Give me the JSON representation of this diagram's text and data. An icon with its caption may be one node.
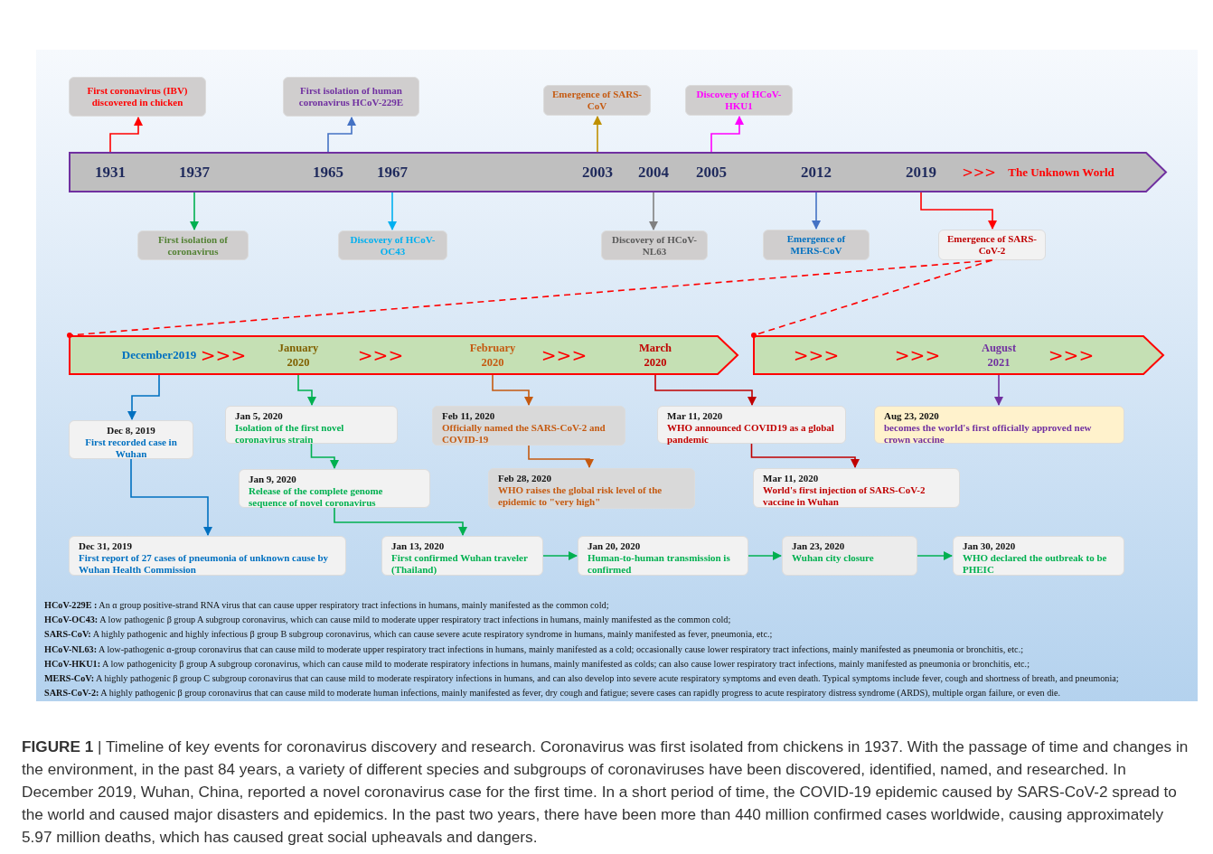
{
  "diagram": {
    "caption": "**FIGURE 1** | Timeline of key events for coronavirus discovery and research. Coronavirus was first isolated from chickens in 1937. With the passage of time and changes in the environment, in the past 84 years, a variety of different species and subgroups of coronaviruses have been discovered, identified, named, and researched. In December 2019, Wuhan, China, reported a novel coronavirus case for the first time. In a short period of time, the COVID-19 epidemic caused by SARS-CoV-2 spread to the world and caused major disasters and epidemics. In the past two years, there have been more than 440 million confirmed cases worldwide, causing approximately 5.97 million deaths, which has caused great social upheavals and dangers.",
    "nodes": [
      {
        "text": [
          ">>>",
          "The Unknown World"
        ]
      },
      {
        "text": [
          "1931"
        ],
        "in": 0
      },
      {
        "text": [
          "1937"
        ],
        "in": 0
      },
      {
        "text": [
          "1965"
        ],
        "in": 0
      },
      {
        "text": [
          "1967"
        ],
        "in": 0
      },
      {
        "text": [
          "2003"
        ],
        "in": 0
      },
      {
        "text": [
          "2004"
        ],
        "in": 0
      },
      {
        "text": [
          "2005"
        ],
        "in": 0
      },
      {
        "text": [
          "2012"
        ],
        "in": 0
      },
      {
        "text": [
          "2019"
        ],
        "in": 0
      },
      {
        "text": [
          "First coronavirus (IBV) discovered in chicken"
        ]
      },
      {
        "text": [
          "First isolation of human coronavirus HCoV-229E"
        ]
      },
      {
        "text": [
          "Emergence of SARS-CoV"
        ]
      },
      {
        "text": [
          "Discovery of HCoV-HKU1"
        ]
      },
      {
        "text": [
          "First isolation of coronavirus"
        ]
      },
      {
        "text": [
          "Discovery of HCoV-OC43"
        ]
      },
      {
        "text": [
          "Discovery of HCoV-NL63"
        ]
      },
      {
        "text": [
          "Emergence of MERS-CoV"
        ]
      },
      {
        "text": [
          "Emergence of SARS-CoV-2"
        ]
      },
      {
        "text": [
          ">>>",
          ">>>",
          ">>>"
        ]
      },
      {
        "text": [
          ">>>",
          ">>>",
          ">>>"
        ]
      },
      {
        "text": [
          "December2019"
        ],
        "in": 19
      },
      {
        "text": [
          "January 2020"
        ],
        "in": 19
      },
      {
        "text": [
          "February 2020"
        ],
        "in": 19
      },
      {
        "text": [
          "March 2020"
        ],
        "in": 19
      },
      {
        "text": [
          "August 2021"
        ],
        "in": 20
      },
      {
        "text": [
          "Dec 8, 2019",
          "First recorded case in Wuhan"
        ]
      },
      {
        "text": [
          "Jan 5, 2020",
          "Isolation of the first novel coronavirus strain"
        ]
      },
      {
        "text": [
          "Feb 11, 2020",
          "Officially named the SARS-CoV-2 and COVID-19"
        ]
      },
      {
        "text": [
          "Mar 11, 2020",
          "WHO announced COVID19 as a global pandemic"
        ]
      },
      {
        "text": [
          "Aug 23, 2020",
          "becomes the world's first officially approved new crown vaccine"
        ]
      },
      {
        "text": [
          "Jan 9, 2020",
          "Release of the complete genome sequence of novel coronavirus"
        ]
      },
      {
        "text": [
          "Feb 28, 2020",
          "WHO raises the global risk level of the epidemic to \"very high\""
        ]
      },
      {
        "text": [
          "Mar 11, 2020",
          "World's first injection of SARS-CoV-2 vaccine in Wuhan"
        ]
      },
      {
        "text": [
          "Dec 31, 2019",
          "First report of 27 cases of pneumonia of unknown cause by Wuhan Health Commission"
        ]
      },
      {
        "text": [
          "Jan 13, 2020",
          "First confirmed Wuhan traveler (Thailand)"
        ]
      },
      {
        "text": [
          "Jan 20, 2020",
          "Human-to-human transmission is confirmed"
        ]
      },
      {
        "text": [
          "Jan 23, 2020",
          "Wuhan city closure"
        ]
      },
      {
        "text": [
          "Jan 30, 2020",
          "WHO declared the outbreak to be PHEIC"
        ]
      }
    ],
    "edges": [
      {
        "from": 1,
        "to": 10,
        "arrow": "to",
        "color": "#ff0000"
      },
      {
        "from": 3,
        "to": 11,
        "arrow": "to",
        "color": "#4472c4"
      },
      {
        "from": 5,
        "to": 12,
        "arrow": "to",
        "color": "#bf9000"
      },
      {
        "from": 7,
        "to": 13,
        "arrow": "to",
        "color": "#ff00ff"
      },
      {
        "from": 2,
        "to": 14,
        "arrow": "to",
        "color": "#00b050"
      },
      {
        "from": 4,
        "to": 15,
        "arrow": "to",
        "color": "#00b0f0"
      },
      {
        "from": 6,
        "to": 16,
        "arrow": "to",
        "color": "#808080"
      },
      {
        "from": 8,
        "to": 17,
        "arrow": "to",
        "color": "#4472c4"
      },
      {
        "from": 9,
        "to": 18,
        "arrow": "to",
        "color": "#ff0000"
      },
      {
        "from": 18,
        "to": 19,
        "arrow": "other",
        "style": "dashed",
        "color": "#ff0000"
      },
      {
        "from": 18,
        "to": 20,
        "arrow": "other",
        "style": "dashed",
        "color": "#ff0000"
      },
      {
        "from": 21,
        "to": 26,
        "arrow": "to",
        "color": "#0070c0"
      },
      {
        "from": 22,
        "to": 27,
        "arrow": "to",
        "color": "#00b050"
      },
      {
        "from": 23,
        "to": 28,
        "arrow": "to",
        "color": "#c55a11"
      },
      {
        "from": 24,
        "to": 29,
        "arrow": "to",
        "color": "#c00000"
      },
      {
        "from": 25,
        "to": 30,
        "arrow": "to",
        "color": "#7030a0"
      },
      {
        "from": 27,
        "to": 31,
        "arrow": "to",
        "color": "#00b050"
      },
      {
        "from": 28,
        "to": 32,
        "arrow": "to",
        "color": "#c55a11"
      },
      {
        "from": 29,
        "to": 33,
        "arrow": "to",
        "color": "#c00000"
      },
      {
        "from": 26,
        "to": 34,
        "arrow": "to",
        "color": "#0070c0"
      },
      {
        "from": 31,
        "to": 35,
        "arrow": "to",
        "color": "#00b050"
      },
      {
        "from": 35,
        "to": 36,
        "arrow": "to",
        "color": "#00b050"
      },
      {
        "from": 36,
        "to": 37,
        "arrow": "to",
        "color": "#00b050"
      },
      {
        "from": 37,
        "to": 38,
        "arrow": "to",
        "color": "#00b050"
      }
    ],
    "labels": [
      "**HCoV-229E :** An α group positive-strand RNA virus that can cause upper respiratory tract infections in humans, mainly manifested as the common cold;",
      "**HCoV-OC43:** A low pathogenic β group A subgroup coronavirus, which can cause mild to moderate upper respiratory tract infections in humans, mainly manifested as the common cold;",
      "**SARS-CoV:** A highly pathogenic and highly infectious β group B subgroup coronavirus, which can cause severe acute respiratory syndrome in humans, mainly manifested as fever, pneumonia, etc.;",
      "**HCoV-NL63:** A low-pathogenic α-group coronavirus that can cause mild to moderate upper respiratory tract infections in humans, mainly manifested as a cold; occasionally cause lower respiratory tract infections, mainly manifested as pneumonia or bronchitis, etc.;",
      "**HCoV-HKU1:** A low pathogenicity β group A subgroup coronavirus, which can cause mild to moderate respiratory infections in humans, mainly manifested as colds; can also cause lower respiratory tract infections, mainly manifested as pneumonia or bronchitis, etc.;",
      "**MERS-CoV:** A highly pathogenic β group C subgroup coronavirus that can cause mild to moderate respiratory infections in humans, and can also develop into severe acute respiratory symptoms and even death. Typical symptoms include fever, cough and shortness of breath, and pneumonia;",
      "**SARS-CoV-2:** A highly pathogenic β group coronavirus that can cause mild to moderate human infections, mainly manifested as fever, dry cough and fatigue; severe cases can rapidly progress to acute respiratory distress syndrome (ARDS), multiple organ failure, or even die."
    ]
  }
}
